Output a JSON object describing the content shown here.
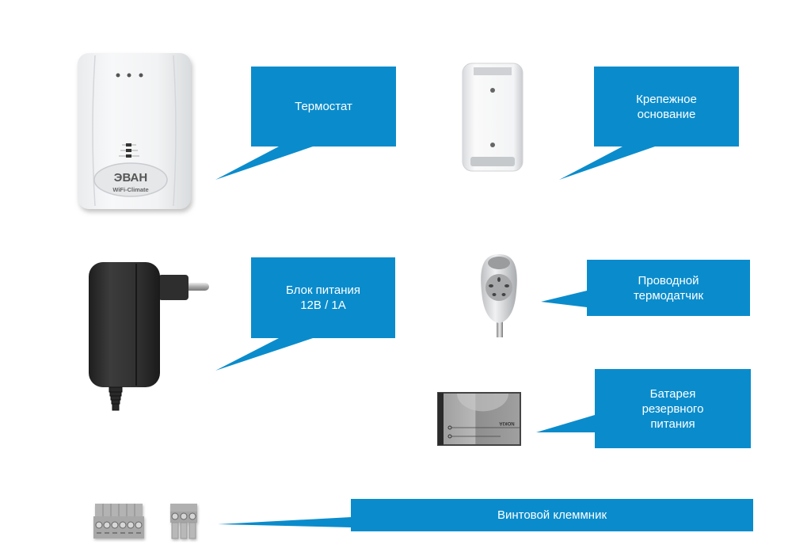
{
  "colors": {
    "callout": "#0a8ccc",
    "callout_text": "#ffffff",
    "background": "#ffffff"
  },
  "items": [
    {
      "id": "thermostat",
      "label": "Термостат",
      "product_icon": "thermostat-device-icon",
      "brand": "ЭВАН",
      "model": "WiFi-Climate"
    },
    {
      "id": "mount",
      "label": "Крепежное\nоснование",
      "product_icon": "mounting-base-icon"
    },
    {
      "id": "power",
      "label": "Блок питания\n12В / 1А",
      "product_icon": "power-adapter-icon"
    },
    {
      "id": "sensor",
      "label": "Проводной\nтермодатчик",
      "product_icon": "wired-sensor-icon"
    },
    {
      "id": "battery",
      "label": "Батарея\nрезервного\nпитания",
      "product_icon": "battery-icon",
      "battery_brand": "NOKIA"
    },
    {
      "id": "terminal",
      "label": "Винтовой клеммник",
      "product_icon": "terminal-block-icon"
    }
  ]
}
